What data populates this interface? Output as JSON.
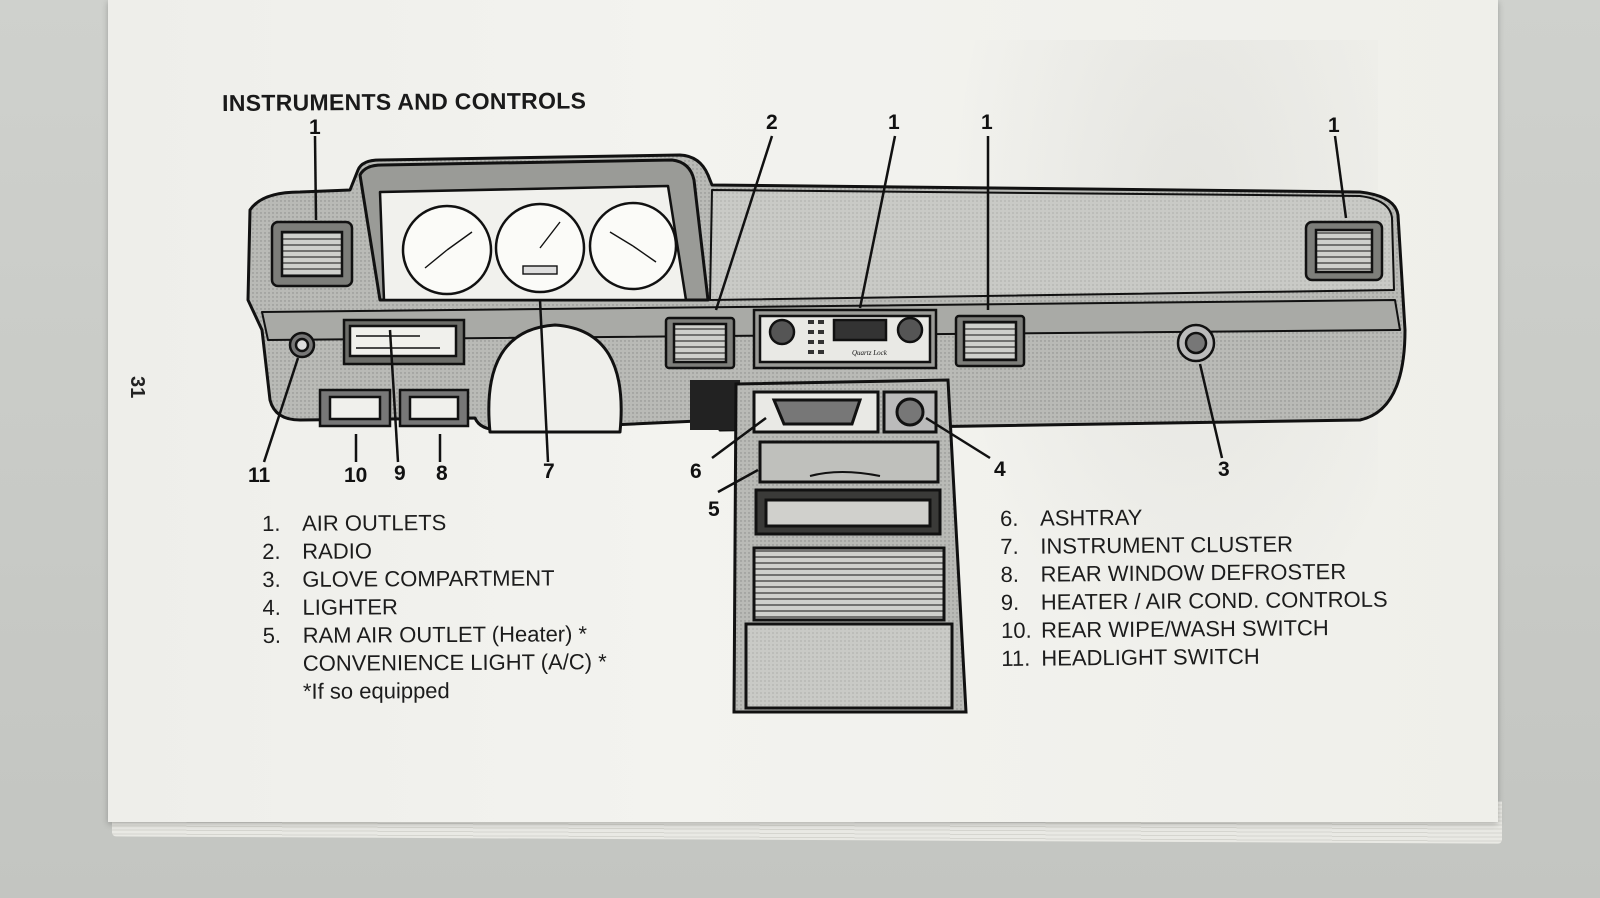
{
  "page": {
    "heading": "INSTRUMENTS AND CONTROLS",
    "page_number": "31"
  },
  "diagram": {
    "callouts": [
      "1",
      "2",
      "1",
      "1",
      "1",
      "11",
      "10",
      "9",
      "8",
      "7",
      "6",
      "4",
      "3",
      "5"
    ],
    "radio_brand": "Quartz Lock"
  },
  "legend_left": [
    {
      "num": "1.",
      "label": "AIR OUTLETS"
    },
    {
      "num": "2.",
      "label": "RADIO"
    },
    {
      "num": "3.",
      "label": "GLOVE COMPARTMENT"
    },
    {
      "num": "4.",
      "label": "LIGHTER"
    },
    {
      "num": "5.",
      "label": "RAM AIR OUTLET (Heater) *"
    }
  ],
  "legend_left_extra": [
    "CONVENIENCE LIGHT (A/C) *",
    "*If so equipped"
  ],
  "legend_right": [
    {
      "num": "6.",
      "label": "ASHTRAY"
    },
    {
      "num": "7.",
      "label": "INSTRUMENT CLUSTER"
    },
    {
      "num": "8.",
      "label": "REAR WINDOW DEFROSTER"
    },
    {
      "num": "9.",
      "label": "HEATER / AIR COND. CONTROLS"
    },
    {
      "num": "10.",
      "label": "REAR WIPE/WASH SWITCH"
    },
    {
      "num": "11.",
      "label": "HEADLIGHT SWITCH"
    }
  ]
}
